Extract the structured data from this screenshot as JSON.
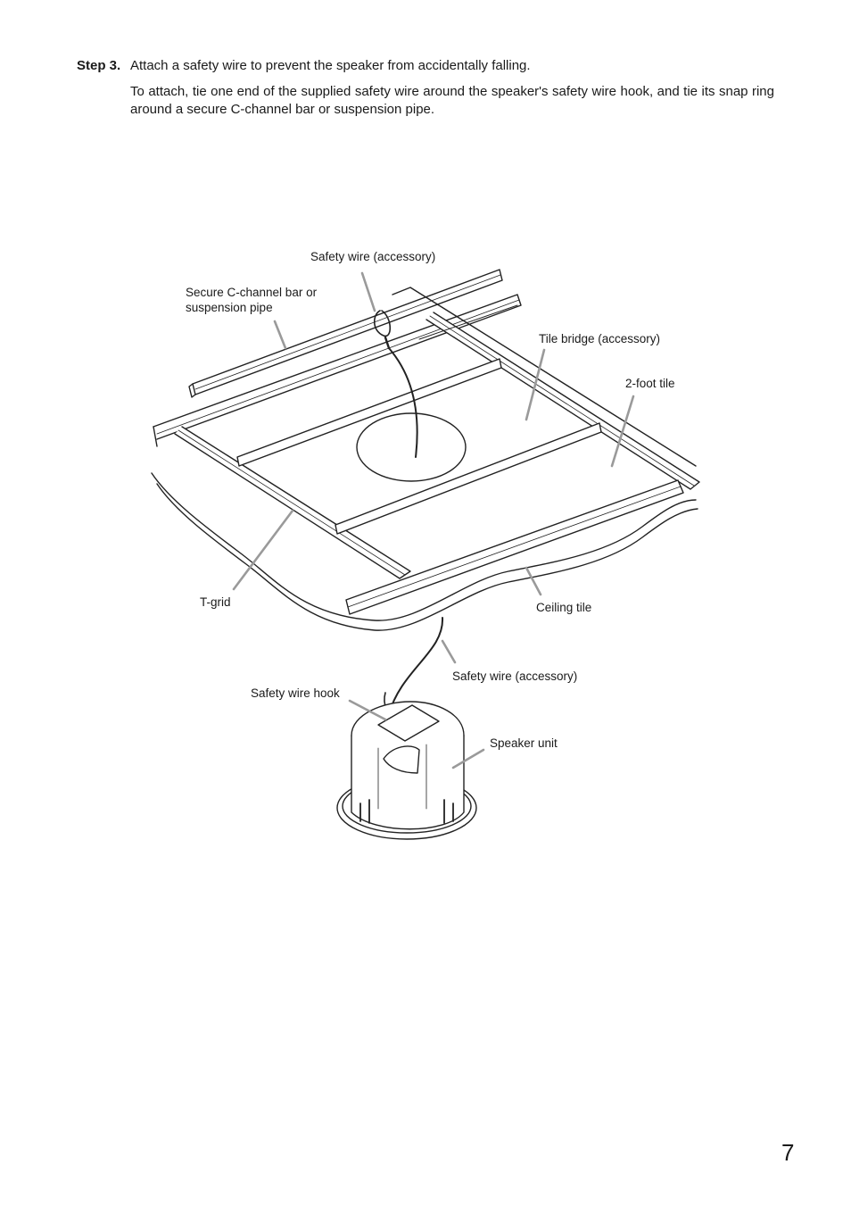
{
  "instructions": {
    "step_label": "Step 3.",
    "step_text": "Attach a safety wire to prevent the speaker from accidentally falling.",
    "detail_text": "To attach, tie one end of the supplied safety wire around the speaker's safety wire hook, and tie its snap ring around a secure C-channel bar or suspension pipe."
  },
  "figure": {
    "labels": {
      "safety_wire_top": "Safety wire (accessory)",
      "c_channel_line1": "Secure C-channel bar or",
      "c_channel_line2": "suspension pipe",
      "tile_bridge": "Tile bridge (accessory)",
      "two_foot_tile": "2-foot tile",
      "t_grid": "T-grid",
      "ceiling_tile": "Ceiling tile",
      "safety_wire_bottom": "Safety wire (accessory)",
      "safety_wire_hook": "Safety wire hook",
      "speaker_unit": "Speaker unit"
    }
  },
  "page": {
    "number": "7"
  }
}
